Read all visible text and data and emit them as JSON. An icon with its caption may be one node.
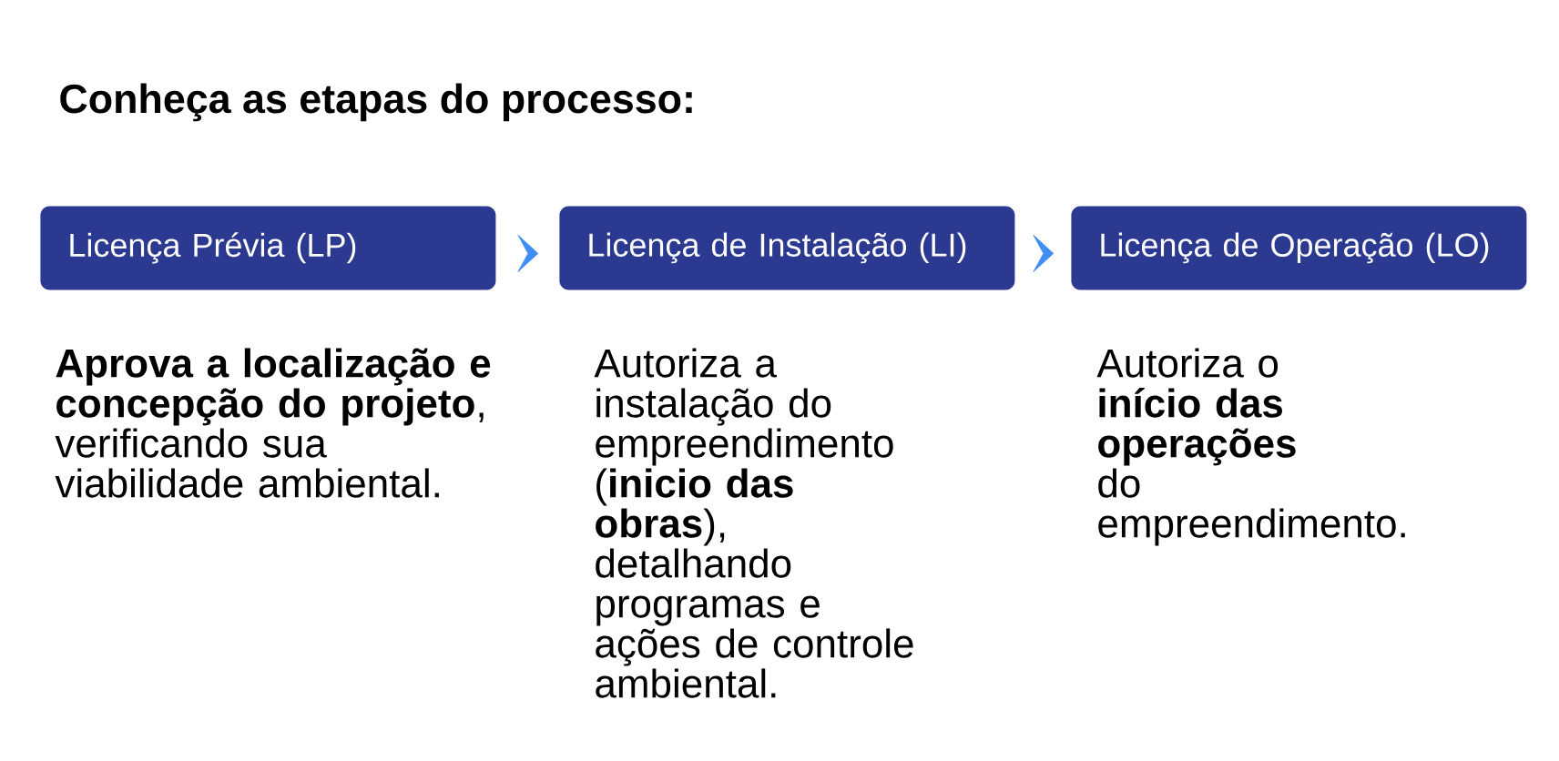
{
  "diagram": {
    "title": "Conheça as etapas do processo:",
    "nodes": [
      {
        "text": [
          "Licença Prévia (LP)"
        ],
        "beside": [
          "**Aprova a localização e concepção do projeto**, verificando sua viabilidade ambiental."
        ]
      },
      {
        "text": [
          "Licença de Instalação (LI)"
        ],
        "beside": [
          "Autoriza a instalação do empreendimento (**inicio das obras**), detalhando programas e ações de controle ambiental."
        ]
      },
      {
        "text": [
          "Licença de Operação (LO)"
        ],
        "beside": [
          "Autoriza o **início das operações** do empreendimento."
        ]
      }
    ],
    "edges": [
      {
        "from": 0,
        "to": 1,
        "arrow": "to"
      },
      {
        "from": 1,
        "to": 2,
        "arrow": "to"
      }
    ]
  }
}
